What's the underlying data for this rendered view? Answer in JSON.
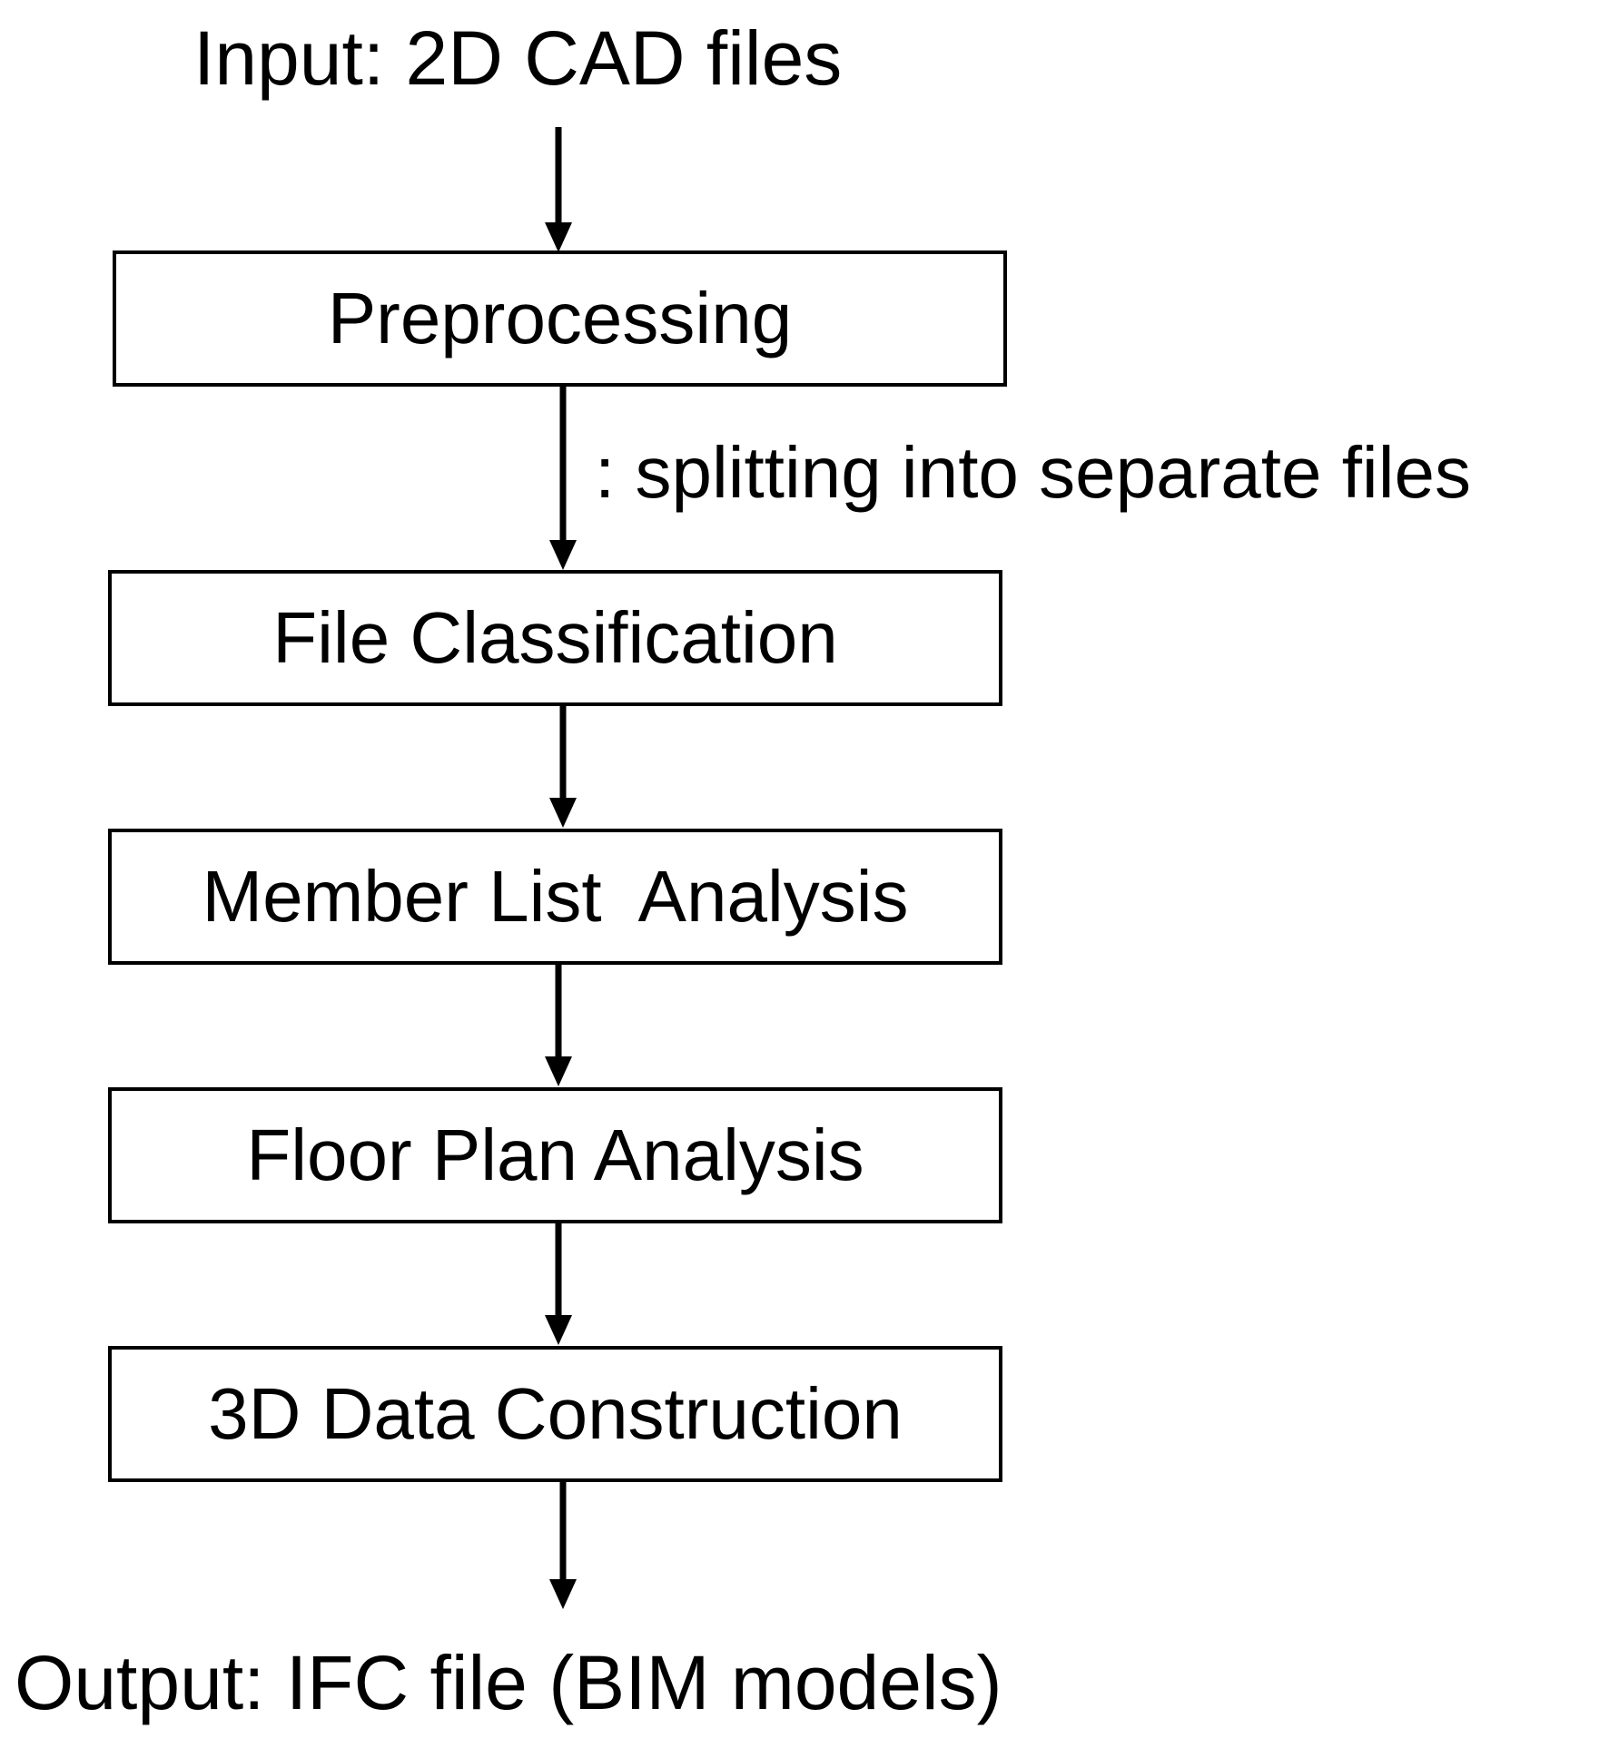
{
  "input_label": "Input: 2D CAD files",
  "steps": [
    "Preprocessing",
    "File Classification",
    "Member List  Analysis",
    "Floor Plan Analysis",
    "3D Data Construction"
  ],
  "edge_note": ": splitting into separate files",
  "output_label": "Output: IFC file (BIM models)",
  "colors": {
    "stroke": "#000000",
    "background": "#ffffff"
  }
}
